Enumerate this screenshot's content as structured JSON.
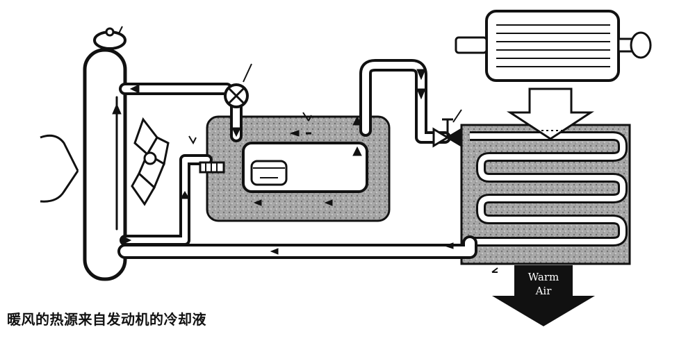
{
  "caption": "暖风的热源来自发动机的冷却液",
  "warm_air": {
    "line1": "Warm",
    "line2": "Air"
  },
  "colors": {
    "ink": "#111111",
    "shade": "#9a9a9a",
    "paper": "#ffffff"
  }
}
